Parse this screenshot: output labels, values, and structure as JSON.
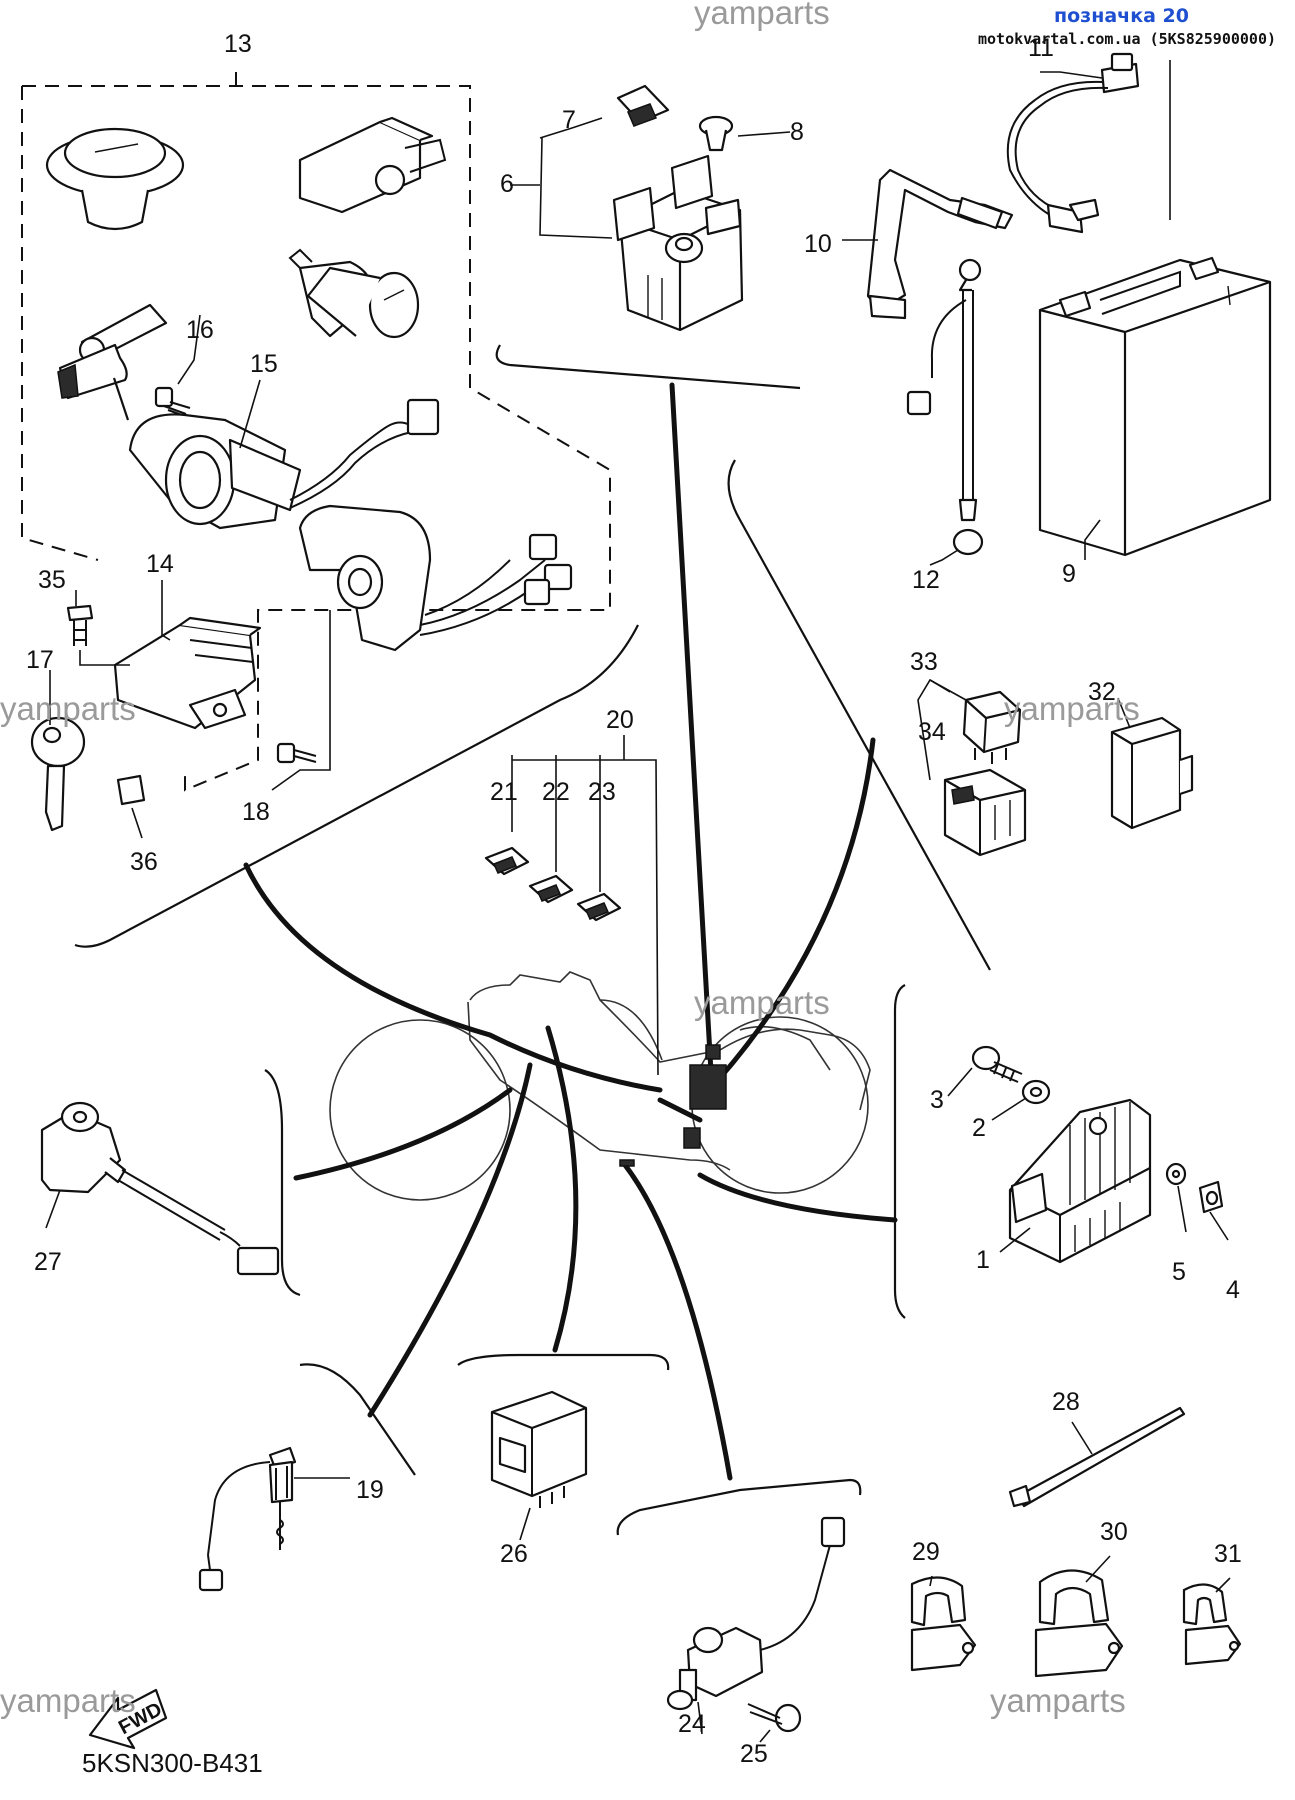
{
  "header": {
    "note_label": "позначка 20",
    "site_label": "motokvartal.com.ua (5KS825900000)"
  },
  "watermark": "yamparts",
  "diagram_code": "5KSN300-B431",
  "fwd_label": "FWD",
  "callouts": {
    "c1": "1",
    "c2": "2",
    "c3": "3",
    "c4": "4",
    "c5": "5",
    "c6": "6",
    "c7": "7",
    "c8": "8",
    "c9": "9",
    "c10": "10",
    "c11": "11",
    "c12": "12",
    "c13": "13",
    "c14": "14",
    "c15": "15",
    "c16": "16",
    "c17": "17",
    "c18": "18",
    "c19": "19",
    "c20": "20",
    "c21": "21",
    "c22": "22",
    "c23": "23",
    "c24": "24",
    "c25": "25",
    "c26": "26",
    "c27": "27",
    "c28": "28",
    "c29": "29",
    "c30": "30",
    "c31": "31",
    "c32": "32",
    "c33": "33",
    "c34": "34",
    "c35": "35",
    "c36": "36"
  }
}
